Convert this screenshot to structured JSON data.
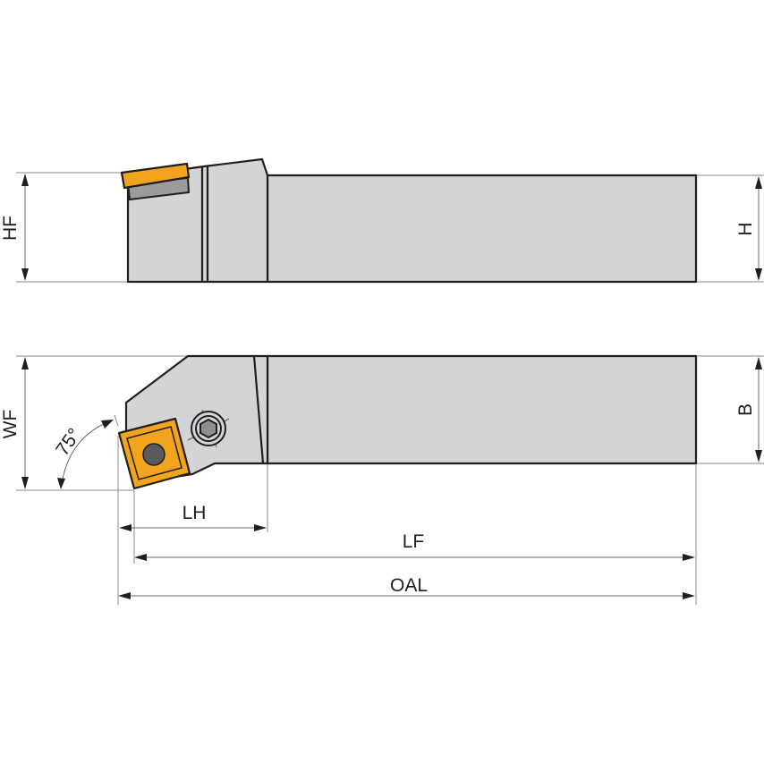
{
  "diagram": {
    "type": "turning-tool-holder-dimension-drawing",
    "views": [
      "side-view",
      "top-view"
    ],
    "colors": {
      "body": "#d4d4d6",
      "outline": "#1f1f1f",
      "insert": "#f2a41f",
      "shim": "#9b9b9d",
      "insert_hole": "#5a5a5c",
      "dimension_line": "#6a6a6a"
    },
    "labels": {
      "hf": "HF",
      "h": "H",
      "wf": "WF",
      "b": "B",
      "angle": "75°",
      "lh": "LH",
      "lf": "LF",
      "oal": "OAL"
    },
    "icons": {
      "clamp_screw": "hex-socket-screw-icon",
      "insert": "square-insert-icon"
    }
  }
}
